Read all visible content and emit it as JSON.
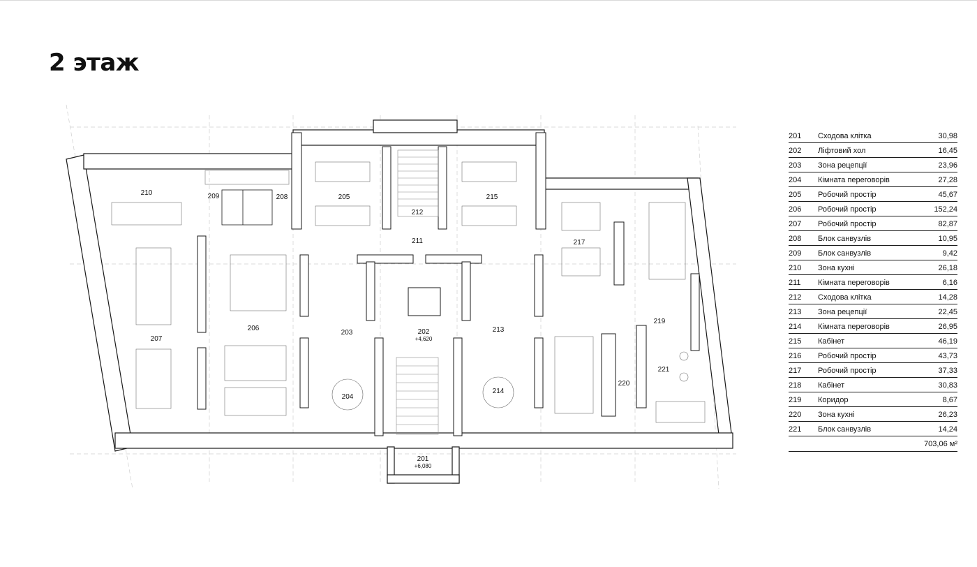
{
  "title": "2 этаж",
  "plan_labels": {
    "r201": "201",
    "r201_level": "+6,080",
    "r202": "202",
    "r202_level": "+4,620",
    "r203": "203",
    "r204": "204",
    "r205": "205",
    "r206": "206",
    "r207": "207",
    "r208": "208",
    "r209": "209",
    "r210": "210",
    "r211": "211",
    "r212": "212",
    "r213": "213",
    "r214": "214",
    "r215": "215",
    "r217": "217",
    "r219": "219",
    "r220": "220",
    "r221": "221"
  },
  "rooms_table": {
    "rows": [
      {
        "num": "201",
        "name": "Сходова клітка",
        "area": "30,98"
      },
      {
        "num": "202",
        "name": "Ліфтовий хол",
        "area": "16,45"
      },
      {
        "num": "203",
        "name": "Зона рецепції",
        "area": "23,96"
      },
      {
        "num": "204",
        "name": "Кімната переговорів",
        "area": "27,28"
      },
      {
        "num": "205",
        "name": "Робочий простір",
        "area": "45,67"
      },
      {
        "num": "206",
        "name": "Робочий простір",
        "area": "152,24"
      },
      {
        "num": "207",
        "name": "Робочий простір",
        "area": "82,87"
      },
      {
        "num": "208",
        "name": "Блок санвузлів",
        "area": "10,95"
      },
      {
        "num": "209",
        "name": "Блок санвузлів",
        "area": "9,42"
      },
      {
        "num": "210",
        "name": "Зона кухні",
        "area": "26,18"
      },
      {
        "num": "211",
        "name": "Кімната переговорів",
        "area": "6,16"
      },
      {
        "num": "212",
        "name": "Сходова клітка",
        "area": "14,28"
      },
      {
        "num": "213",
        "name": "Зона рецепції",
        "area": "22,45"
      },
      {
        "num": "214",
        "name": "Кімната переговорів",
        "area": "26,95"
      },
      {
        "num": "215",
        "name": "Кабінет",
        "area": "46,19"
      },
      {
        "num": "216",
        "name": "Робочий простір",
        "area": "43,73"
      },
      {
        "num": "217",
        "name": "Робочий простір",
        "area": "37,33"
      },
      {
        "num": "218",
        "name": "Кабінет",
        "area": "30,83"
      },
      {
        "num": "219",
        "name": "Коридор",
        "area": "8,67"
      },
      {
        "num": "220",
        "name": "Зона кухні",
        "area": "26,23"
      },
      {
        "num": "221",
        "name": "Блок санвузлів",
        "area": "14,24"
      }
    ],
    "total": "703,06 м²"
  },
  "colors": {
    "wall": "#ffffff",
    "wall_stroke": "#1a1a1a",
    "grid": "#c8c8c8",
    "furniture": "#6f6f6f"
  }
}
